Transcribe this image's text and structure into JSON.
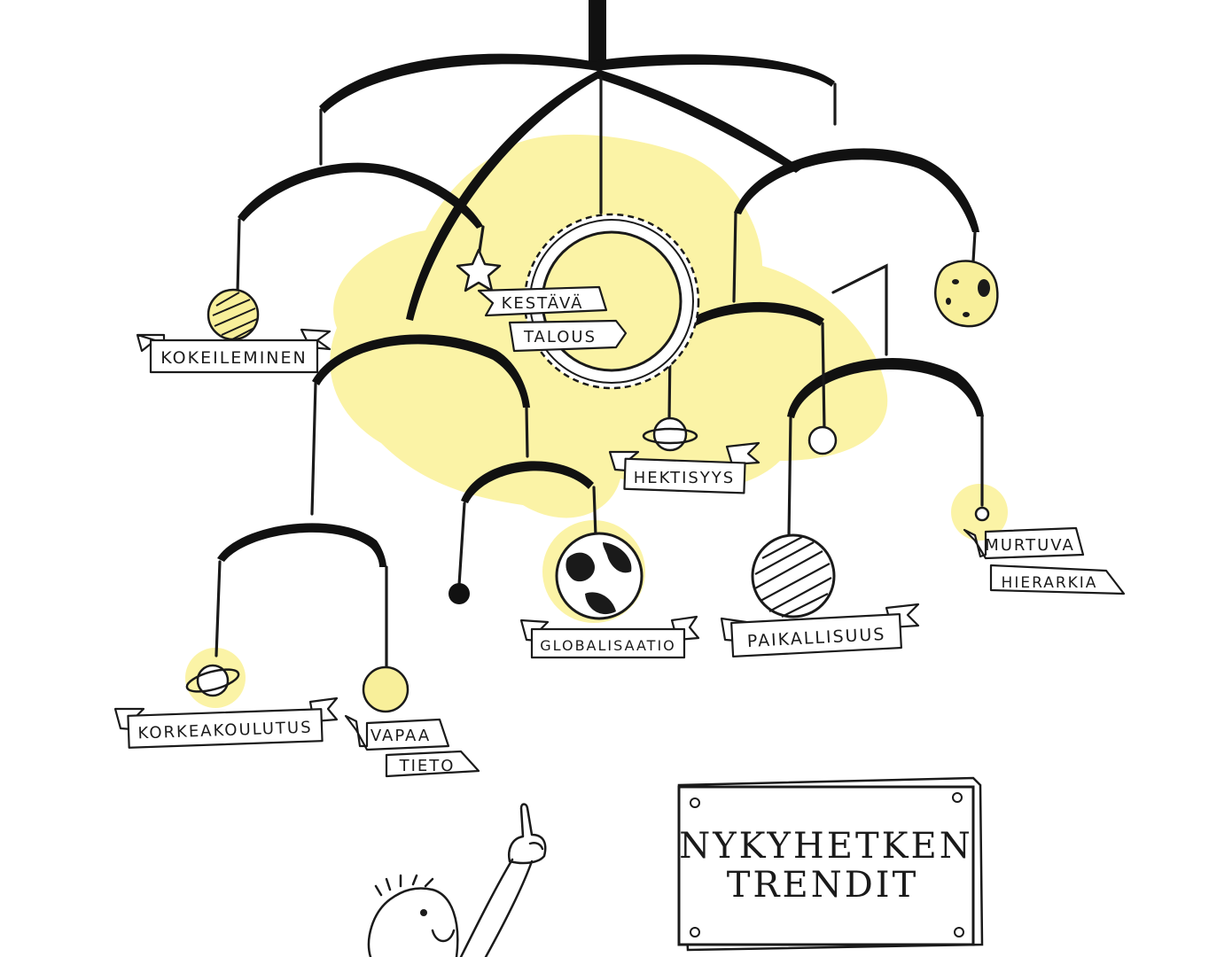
{
  "colors": {
    "ink": "#1a1a1a",
    "highlight_yellow": "#fbf3a6",
    "ball_yellow": "#f8ef9a",
    "paper": "#ffffff"
  },
  "plaque": {
    "line1": "NYKYHETKEN",
    "line2": "TRENDIT"
  },
  "labels": {
    "kokeileminen": "KOKEILEMINEN",
    "kestava_1": "KESTÄVÄ",
    "kestava_2": "TALOUS",
    "hektisyys": "HEKTISYYS",
    "murtuva_1": "MURTUVA",
    "murtuva_2": "HIERARKIA",
    "globalisaatio": "GLOBALISAATIO",
    "paikallisuus": "PAIKALLISUUS",
    "korkeakoulutus": "KORKEAKOULUTUS",
    "vapaa_1": "VAPAA",
    "vapaa_2": "TIETO"
  },
  "icons": [
    "star-icon",
    "sun-icon",
    "asteroid-icon",
    "ringed-planet-icon",
    "earth-globe-icon",
    "moon-icon",
    "pointing-hand-icon"
  ]
}
